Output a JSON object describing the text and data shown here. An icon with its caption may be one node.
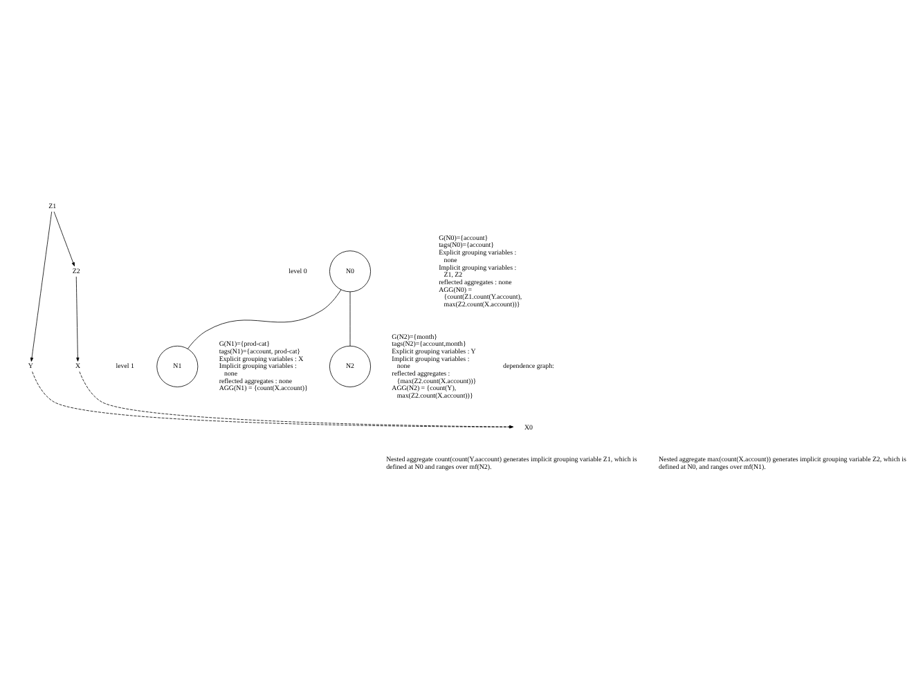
{
  "diagram": {
    "nodes": [
      {
        "text": [
          "N0"
        ],
        "beside": [
          "G(N0)={account}",
          "tags(N0)={account}",
          "Explicit grouping variables : none",
          "Implicit grouping variables : Z1, Z2",
          "reflected aggregates : none",
          "AGG(N0) = {count(Z1.count(Y.account), max(Z2.count(X.account))}"
        ]
      },
      {
        "text": [
          "N1"
        ],
        "beside": [
          "G(N1)={prod-cat}",
          "tags(N1)={account, prod-cat}",
          "Explicit grouping variables : X",
          "Implicit grouping variables : none",
          "reflected aggregates : none",
          "AGG(N1) = {count(X.account)}"
        ]
      },
      {
        "text": [
          "N2"
        ],
        "beside": [
          "G(N2)={month}",
          "tags(N2)={account,month}",
          "Explicit grouping variables : Y",
          "Implicit grouping variables : none",
          "reflected aggregates : {max(Z2.count(X.account))}",
          "AGG(N2) = {count(Y), max(Z2.count(X.account))}"
        ]
      },
      {
        "text": [
          "X0"
        ]
      },
      {
        "text": [
          "X"
        ]
      },
      {
        "text": [
          "Y"
        ]
      },
      {
        "text": [
          "Z2"
        ]
      },
      {
        "text": [
          "Z1"
        ]
      }
    ],
    "edges": [
      {
        "from": 0,
        "to": 1,
        "arrow": "none"
      },
      {
        "from": 0,
        "to": 2,
        "arrow": "none"
      },
      {
        "from": 4,
        "to": 3,
        "arrow": "to",
        "style": "dashed"
      },
      {
        "from": 5,
        "to": 3,
        "arrow": "to",
        "style": "dashed"
      },
      {
        "from": 6,
        "to": 4,
        "arrow": "to"
      },
      {
        "from": 7,
        "to": 6,
        "arrow": "to"
      },
      {
        "from": 7,
        "to": 5,
        "arrow": "to"
      }
    ],
    "labels": [
      "level 0",
      "dependence graph:",
      "level 1",
      "Nested aggregate count(count(Y.aaccount) generates implicit grouping variable Z1, which is defined at N0 and ranges over mf(N2).",
      "Nested aggregate max(count(X.account)) generates implicit grouping variable Z2, which is defined at N0, and ranges over mf(N1)."
    ]
  }
}
